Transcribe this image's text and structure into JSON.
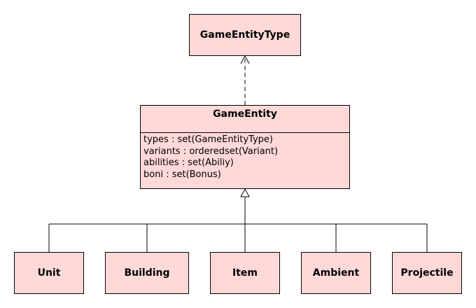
{
  "diagram": {
    "type": "uml-class-diagram",
    "colors": {
      "box_fill": "#ffd8d8",
      "stroke": "#000000"
    },
    "interface": {
      "name": "GameEntityType"
    },
    "main_class": {
      "name": "GameEntity",
      "attributes": [
        "types : set(GameEntityType)",
        "variants : orderedset(Variant)",
        "abilities : set(Abiliy)",
        "boni : set(Bonus)"
      ]
    },
    "subclasses": [
      {
        "name": "Unit"
      },
      {
        "name": "Building"
      },
      {
        "name": "Item"
      },
      {
        "name": "Ambient"
      },
      {
        "name": "Projectile"
      }
    ],
    "relations": [
      {
        "from": "GameEntity",
        "to": "GameEntityType",
        "kind": "dependency"
      },
      {
        "from": "Unit",
        "to": "GameEntity",
        "kind": "generalization"
      },
      {
        "from": "Building",
        "to": "GameEntity",
        "kind": "generalization"
      },
      {
        "from": "Item",
        "to": "GameEntity",
        "kind": "generalization"
      },
      {
        "from": "Ambient",
        "to": "GameEntity",
        "kind": "generalization"
      },
      {
        "from": "Projectile",
        "to": "GameEntity",
        "kind": "generalization"
      }
    ]
  }
}
